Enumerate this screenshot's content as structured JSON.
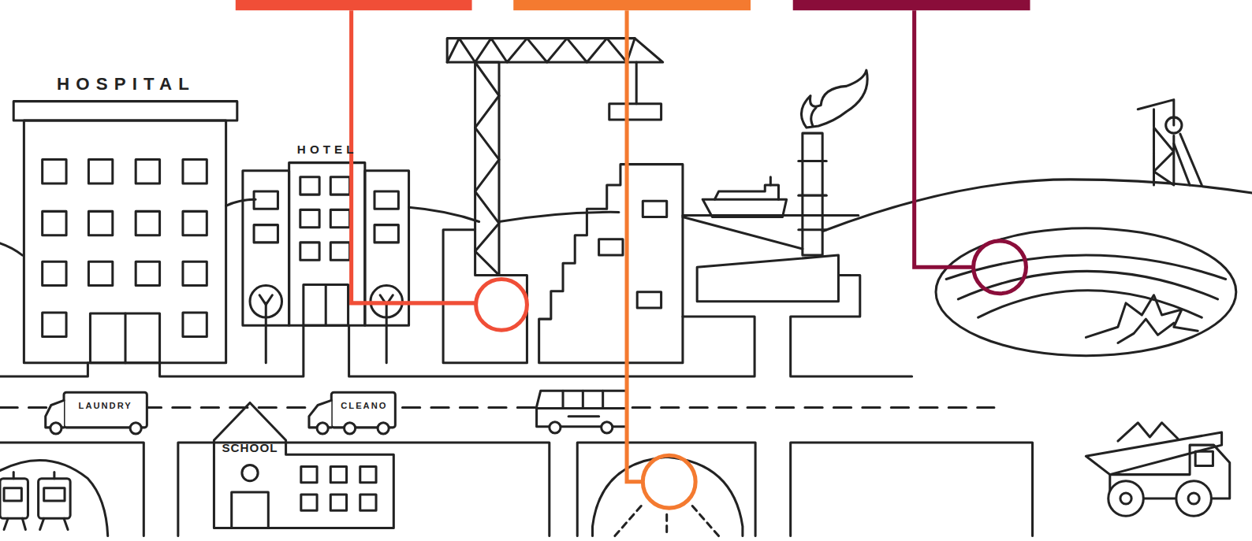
{
  "diagram": {
    "labels": [
      "HOSPITAL",
      "HOTEL",
      "LAUNDRY",
      "CLEANO",
      "SCHOOL"
    ]
  }
}
